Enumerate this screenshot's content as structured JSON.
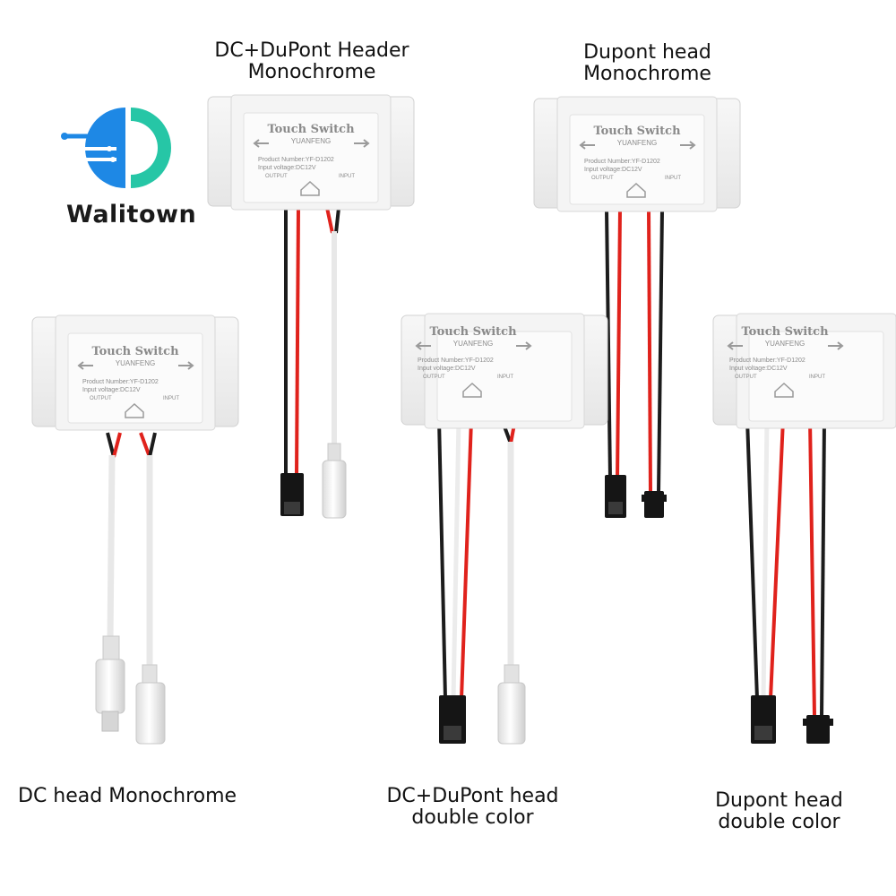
{
  "logo": {
    "brand": "Walitown",
    "icon": "walitown-circuit-logo",
    "colors": {
      "blue": "#1e88e5",
      "teal": "#26c6a6"
    }
  },
  "module": {
    "title": "Touch Switch",
    "maker": "YUANFENG",
    "product": "Product Number:YF-D1202",
    "voltage": "Input voltage:DC12V",
    "output": "OUTPUT",
    "input": "INPUT"
  },
  "wire_colors": {
    "red": "#e0221c",
    "black": "#1c1c1c",
    "white": "#ececec"
  },
  "products": [
    {
      "id": "p1",
      "lines": [
        "DC+DuPont Header",
        "Monochrome"
      ]
    },
    {
      "id": "p2",
      "lines": [
        "Dupont head",
        "Monochrome"
      ]
    },
    {
      "id": "p3",
      "lines": [
        "DC head Monochrome"
      ]
    },
    {
      "id": "p4",
      "lines": [
        "DC+DuPont head",
        "double color"
      ]
    },
    {
      "id": "p5",
      "lines": [
        "Dupont head",
        "double color"
      ]
    }
  ]
}
